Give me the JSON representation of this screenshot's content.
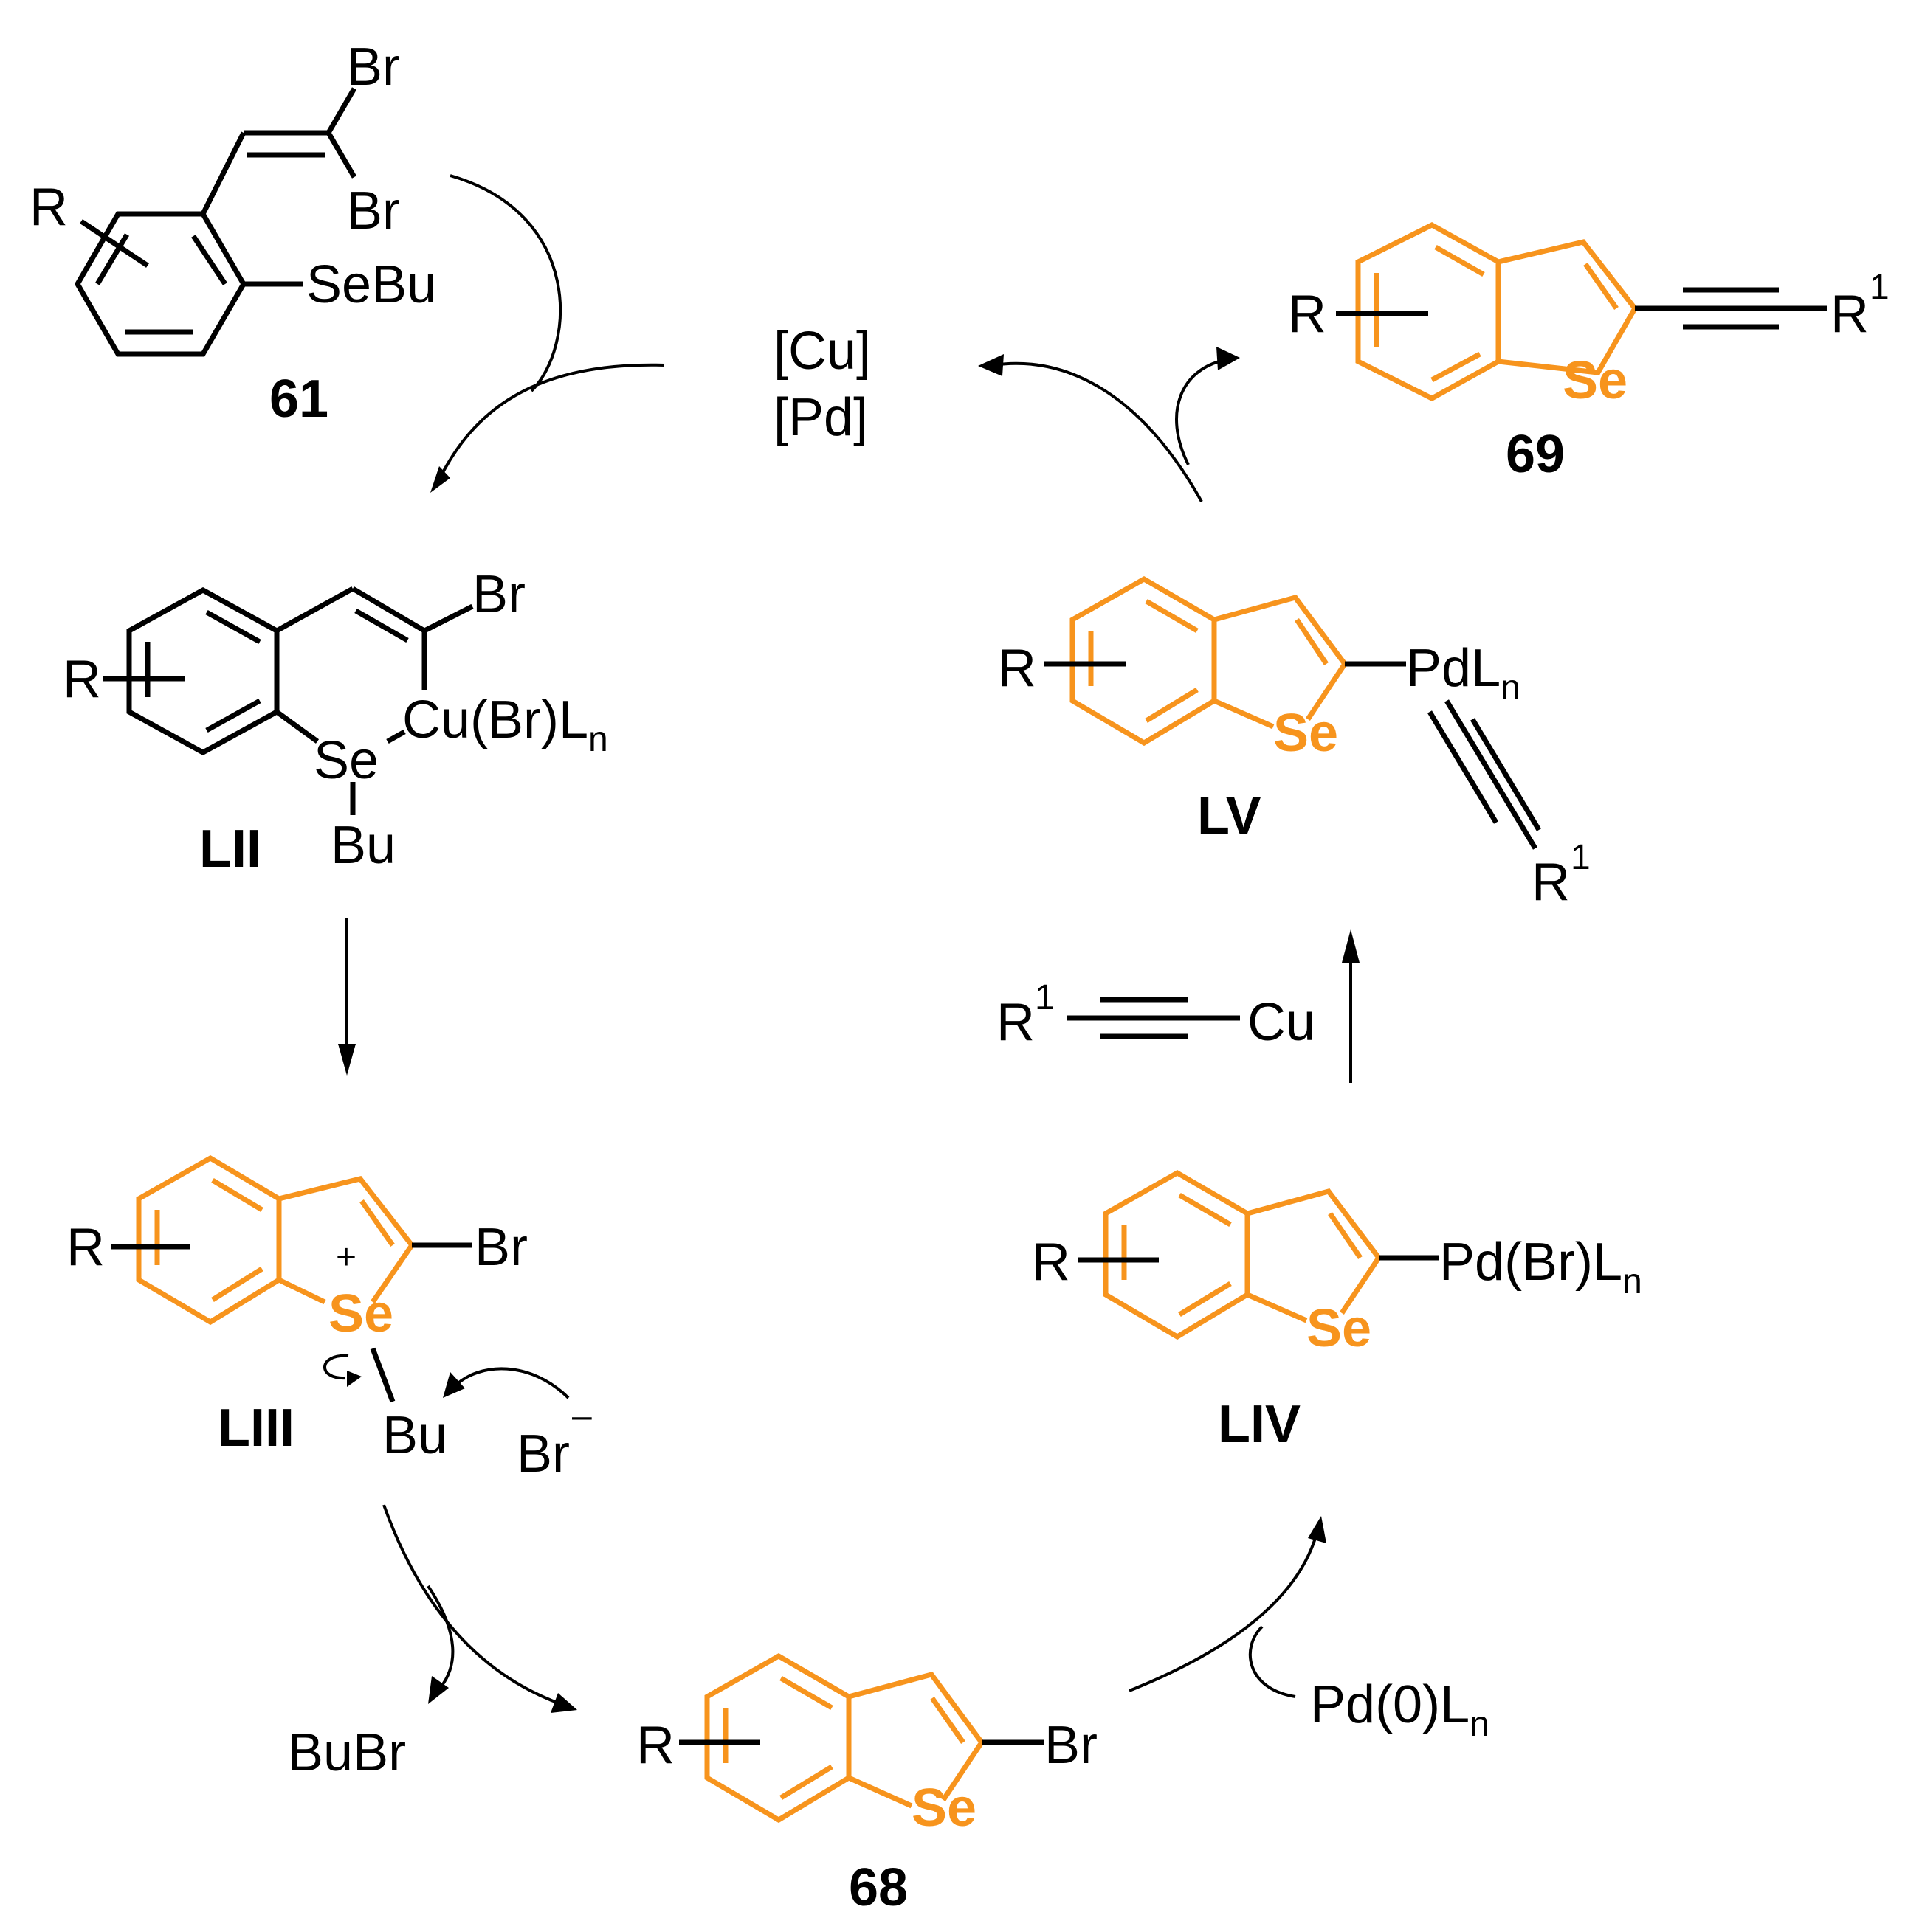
{
  "colors": {
    "highlight": "#F7941D",
    "bond": "#000000"
  },
  "compound_61": {
    "label": "61",
    "br_top": "Br",
    "br_bottom": "Br",
    "sebu": "SeBu",
    "r": "R"
  },
  "catalysts": {
    "cu": "[Cu]",
    "pd": "[Pd]"
  },
  "compound_LII": {
    "label": "LII",
    "br": "Br",
    "cu": "Cu(Br)L",
    "cu_sub": "n",
    "se": "Se",
    "bu": "Bu",
    "r": "R"
  },
  "compound_LIII": {
    "label": "LIII",
    "br": "Br",
    "se": "Se",
    "plus": "+",
    "bu": "Bu",
    "r": "R",
    "bromide": "Br",
    "minus": "–"
  },
  "compound_68": {
    "label": "68",
    "br": "Br",
    "se": "Se",
    "r": "R"
  },
  "byproduct": {
    "bubr": "BuBr"
  },
  "reagent_pd0": {
    "text": "Pd(0)L",
    "sub": "n"
  },
  "compound_LIV": {
    "label": "LIV",
    "pd": "Pd(Br)L",
    "pd_sub": "n",
    "se": "Se",
    "r": "R"
  },
  "reagent_cu_acetylide": {
    "r": "R",
    "r_sup": "1",
    "cu": "Cu"
  },
  "compound_LV": {
    "label": "LV",
    "pd": "PdL",
    "pd_sub": "n",
    "se": "Se",
    "r": "R",
    "r1": "R",
    "r1_sup": "1"
  },
  "compound_69": {
    "label": "69",
    "se": "Se",
    "r": "R",
    "r1": "R",
    "r1_sup": "1"
  }
}
